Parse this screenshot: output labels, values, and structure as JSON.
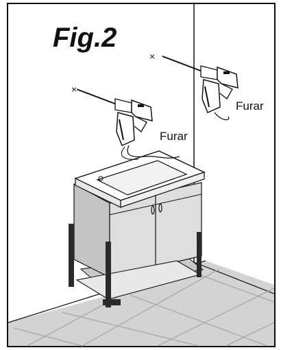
{
  "figure": {
    "title": "Fig.2",
    "drill_label_left": "Furar",
    "drill_label_right": "Furar",
    "mark_left": "×",
    "mark_right": "×"
  },
  "colors": {
    "outline": "#111111",
    "wall": "#ffffff",
    "floor": "#d3d3d3",
    "floor_lines": "#a8a8a8",
    "cabinet": "#dedede",
    "cabinet_dark": "#c4c4c4",
    "legs": "#2a2a2a",
    "drill_body": "#ffffff"
  },
  "icons": [
    "drill-icon",
    "drill-icon",
    "vanity-cabinet-illustration"
  ]
}
